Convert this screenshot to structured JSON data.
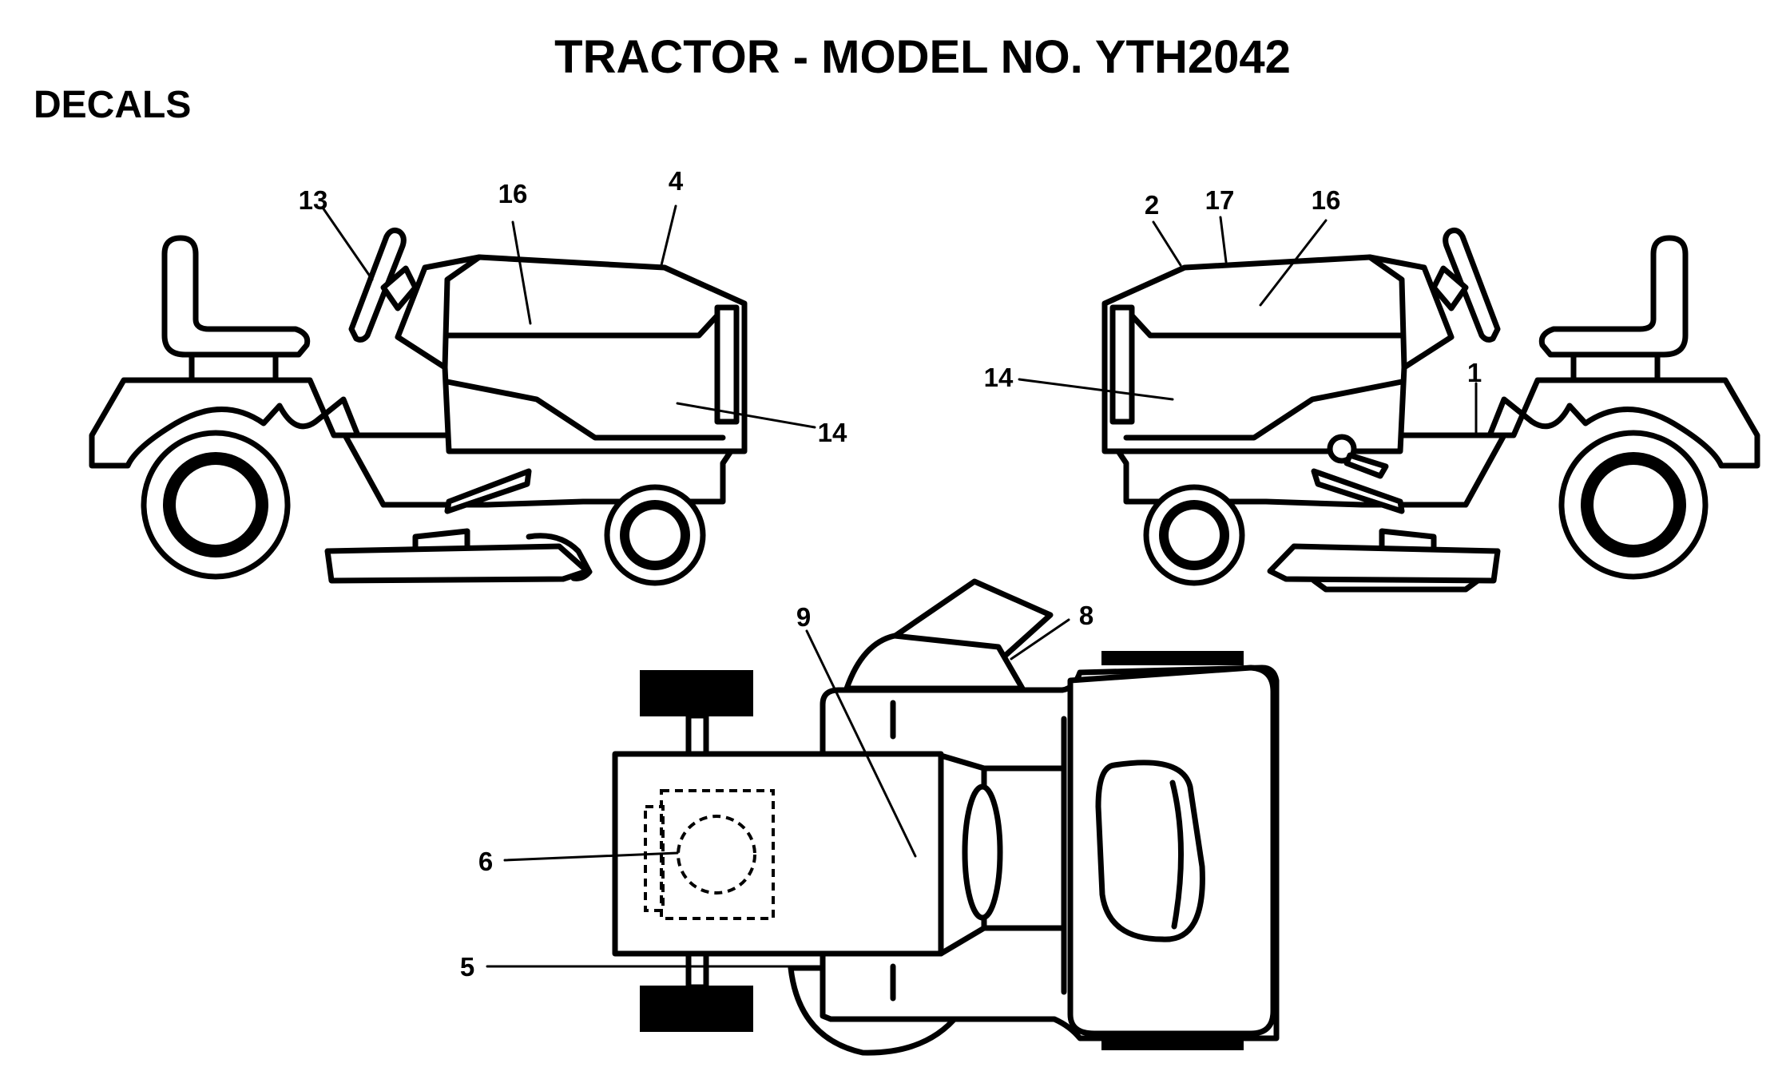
{
  "title": "TRACTOR - MODEL NO. YTH2042",
  "section": "DECALS",
  "callouts": {
    "left_view": [
      "13",
      "16",
      "4",
      "14"
    ],
    "right_view": [
      "2",
      "17",
      "16",
      "14",
      "1"
    ],
    "top_view": [
      "9",
      "8",
      "6",
      "5"
    ]
  }
}
